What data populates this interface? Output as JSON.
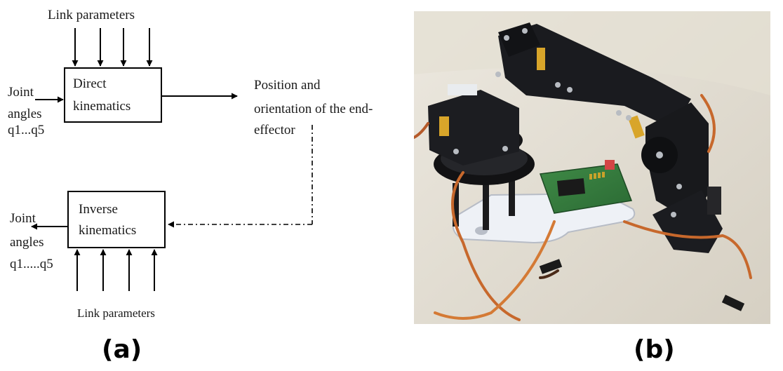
{
  "panel_a": {
    "top_label": "Link parameters",
    "direct_box": {
      "line1": "Direct",
      "line2": "kinematics"
    },
    "joint_input": {
      "line1": "Joint",
      "line2": "angles",
      "line3": "q1...q5"
    },
    "output": {
      "line1": "Position and",
      "line2": "orientation of the end-",
      "line3": "effector"
    },
    "inverse_box": {
      "line1": "Inverse",
      "line2": "kinematics"
    },
    "joint_output": {
      "line1": "Joint",
      "line2": "angles",
      "line3": "q1.....q5"
    },
    "bottom_label": "Link parameters"
  },
  "captions": {
    "a": "(a)",
    "b": "(b)"
  },
  "photo": {
    "subject": "robot-arm-photo"
  }
}
